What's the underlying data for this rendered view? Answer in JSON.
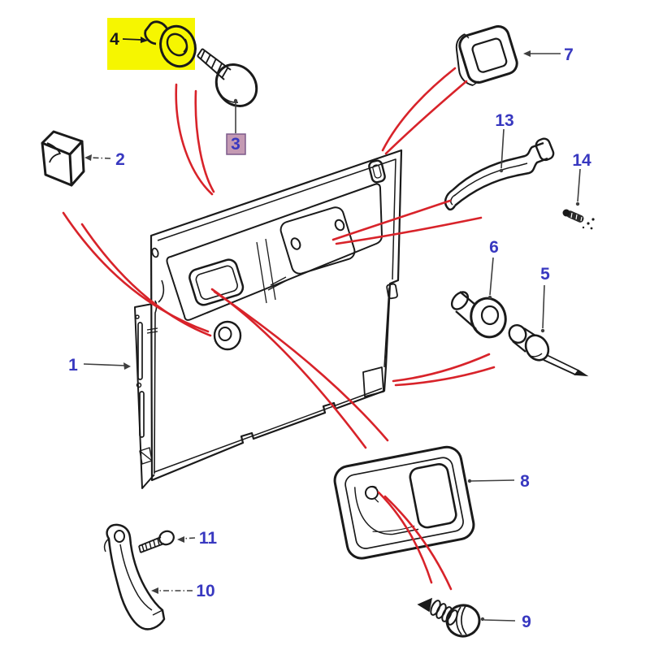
{
  "diagram": {
    "type": "exploded-parts-diagram",
    "background": "#ffffff",
    "callouts": {
      "c1": {
        "num": "1"
      },
      "c2": {
        "num": "2"
      },
      "c3": {
        "num": "3",
        "highlight": "purple-box"
      },
      "c4": {
        "num": "4",
        "highlight": "yellow-region"
      },
      "c5": {
        "num": "5"
      },
      "c6": {
        "num": "6"
      },
      "c7": {
        "num": "7"
      },
      "c8": {
        "num": "8"
      },
      "c9": {
        "num": "9"
      },
      "c10": {
        "num": "10"
      },
      "c11": {
        "num": "11"
      },
      "c13": {
        "num": "13"
      },
      "c14": {
        "num": "14"
      }
    },
    "colors": {
      "callout_text": "#3838c0",
      "callout_text_highlighted": "#1a1a1a",
      "line_art": "#1a1a1a",
      "red_leader": "#d8232a",
      "gray_leader": "#3f3f3f",
      "highlight_yellow": "#f6f600",
      "highlight_purple_fill": "#c49ab3",
      "highlight_purple_border": "#7d5a8b"
    }
  }
}
